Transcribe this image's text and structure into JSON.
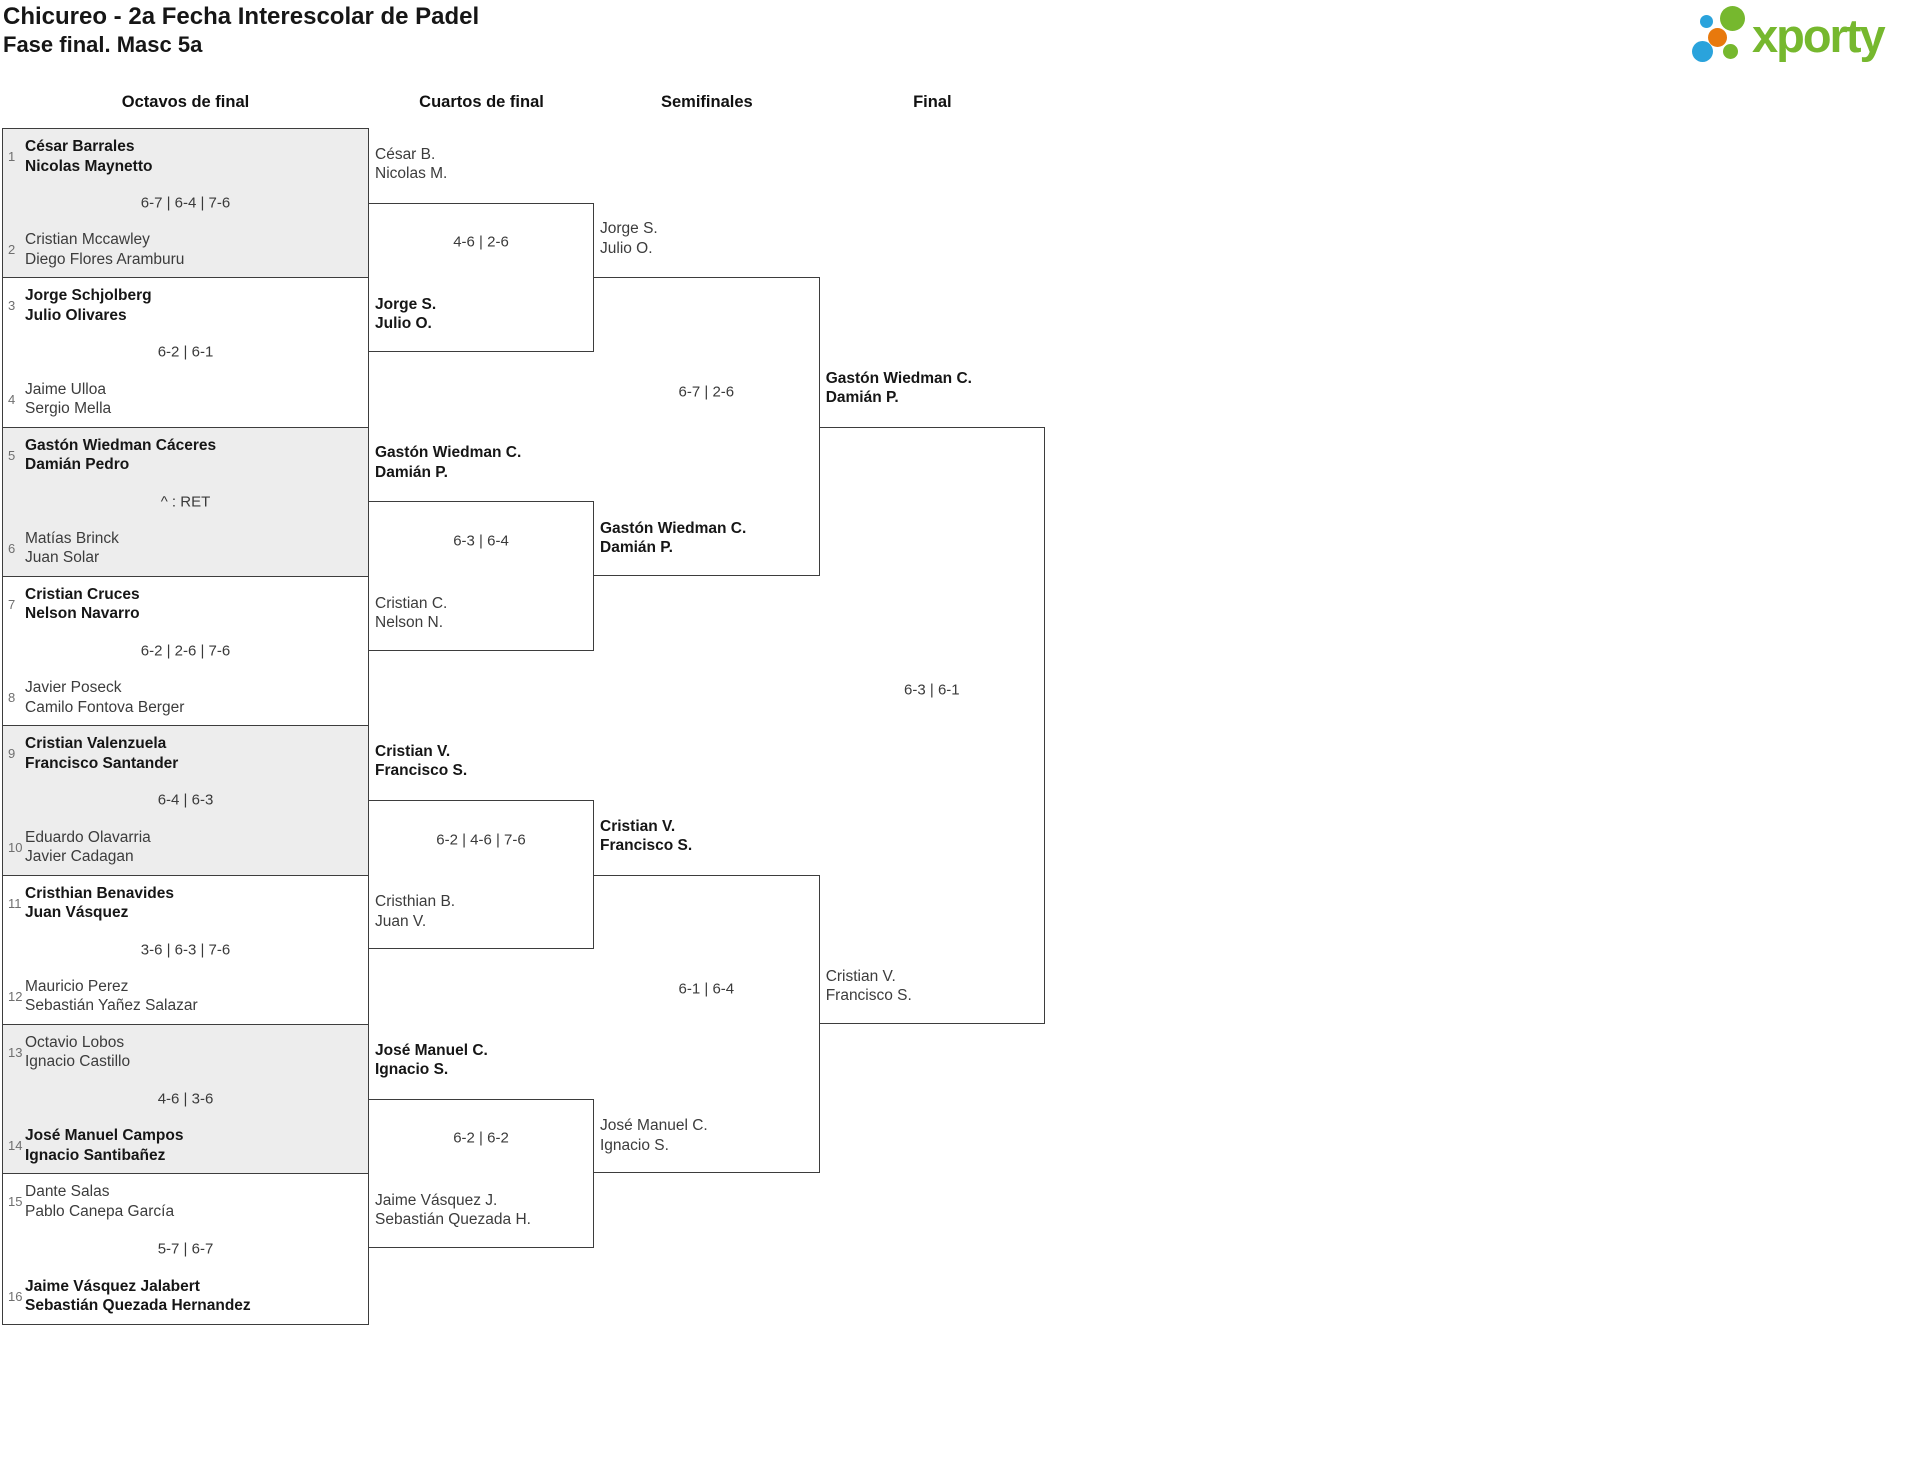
{
  "page": {
    "title": "Chicureo - 2a Fecha Interescolar de Padel",
    "subtitle": "Fase final. Masc 5a"
  },
  "logo": {
    "text": "xporty"
  },
  "colors": {
    "logo_green": "#76b82e",
    "logo_blue": "#2aa3dc",
    "logo_orange": "#e8790d",
    "line": "#3d3d3d",
    "alt_row_bg": "#ededed",
    "winner_text": "#161616",
    "loser_text": "#3c3c3c",
    "seed_text": "#6f6f6f",
    "score_text": "#3a3a3a"
  },
  "bracket": {
    "rounds": [
      {
        "label": "Octavos de final",
        "matches": [
          {
            "score": "6-7 | 6-4 | 7-6",
            "teams": [
              {
                "seed": "1",
                "players": [
                  "César Barrales",
                  "Nicolas Maynetto"
                ],
                "winner": true
              },
              {
                "seed": "2",
                "players": [
                  "Cristian Mccawley",
                  "Diego Flores Aramburu"
                ],
                "winner": false
              }
            ]
          },
          {
            "score": "6-2 | 6-1",
            "teams": [
              {
                "seed": "3",
                "players": [
                  "Jorge Schjolberg",
                  "Julio Olivares"
                ],
                "winner": true
              },
              {
                "seed": "4",
                "players": [
                  "Jaime Ulloa",
                  "Sergio Mella"
                ],
                "winner": false
              }
            ]
          },
          {
            "score": "^ : RET",
            "teams": [
              {
                "seed": "5",
                "players": [
                  "Gastón Wiedman Cáceres",
                  "Damián Pedro"
                ],
                "winner": true
              },
              {
                "seed": "6",
                "players": [
                  "Matías Brinck",
                  "Juan Solar"
                ],
                "winner": false
              }
            ]
          },
          {
            "score": "6-2 | 2-6 | 7-6",
            "teams": [
              {
                "seed": "7",
                "players": [
                  "Cristian Cruces",
                  "Nelson Navarro"
                ],
                "winner": true
              },
              {
                "seed": "8",
                "players": [
                  "Javier Poseck",
                  "Camilo Fontova Berger"
                ],
                "winner": false
              }
            ]
          },
          {
            "score": "6-4 | 6-3",
            "teams": [
              {
                "seed": "9",
                "players": [
                  "Cristian Valenzuela",
                  "Francisco Santander"
                ],
                "winner": true
              },
              {
                "seed": "10",
                "players": [
                  "Eduardo Olavarria",
                  "Javier Cadagan"
                ],
                "winner": false
              }
            ]
          },
          {
            "score": "3-6 | 6-3 | 7-6",
            "teams": [
              {
                "seed": "11",
                "players": [
                  "Cristhian Benavides",
                  "Juan Vásquez"
                ],
                "winner": true
              },
              {
                "seed": "12",
                "players": [
                  "Mauricio Perez",
                  "Sebastián Yañez Salazar"
                ],
                "winner": false
              }
            ]
          },
          {
            "score": "4-6 | 3-6",
            "teams": [
              {
                "seed": "13",
                "players": [
                  "Octavio Lobos",
                  "Ignacio Castillo"
                ],
                "winner": false
              },
              {
                "seed": "14",
                "players": [
                  "José Manuel Campos",
                  "Ignacio Santibañez"
                ],
                "winner": true
              }
            ]
          },
          {
            "score": "5-7 | 6-7",
            "teams": [
              {
                "seed": "15",
                "players": [
                  "Dante Salas",
                  "Pablo Canepa García"
                ],
                "winner": false
              },
              {
                "seed": "16",
                "players": [
                  "Jaime Vásquez Jalabert",
                  "Sebastián Quezada Hernandez"
                ],
                "winner": true
              }
            ]
          }
        ]
      },
      {
        "label": "Cuartos de final",
        "matches": [
          {
            "score": "4-6 | 2-6",
            "teams": [
              {
                "players": [
                  "César B.",
                  "Nicolas M."
                ],
                "winner": false
              },
              {
                "players": [
                  "Jorge S.",
                  "Julio O."
                ],
                "winner": true
              }
            ]
          },
          {
            "score": "6-3 | 6-4",
            "teams": [
              {
                "players": [
                  "Gastón Wiedman C.",
                  "Damián P."
                ],
                "winner": true
              },
              {
                "players": [
                  "Cristian C.",
                  "Nelson N."
                ],
                "winner": false
              }
            ]
          },
          {
            "score": "6-2 | 4-6 | 7-6",
            "teams": [
              {
                "players": [
                  "Cristian V.",
                  "Francisco S."
                ],
                "winner": true
              },
              {
                "players": [
                  "Cristhian B.",
                  "Juan V."
                ],
                "winner": false
              }
            ]
          },
          {
            "score": "6-2 | 6-2",
            "teams": [
              {
                "players": [
                  "José Manuel C.",
                  "Ignacio S."
                ],
                "winner": true
              },
              {
                "players": [
                  "Jaime Vásquez J.",
                  "Sebastián Quezada H."
                ],
                "winner": false
              }
            ]
          }
        ]
      },
      {
        "label": "Semifinales",
        "matches": [
          {
            "score": "6-7 | 2-6",
            "teams": [
              {
                "players": [
                  "Jorge S.",
                  "Julio O."
                ],
                "winner": false
              },
              {
                "players": [
                  "Gastón Wiedman C.",
                  "Damián P."
                ],
                "winner": true
              }
            ]
          },
          {
            "score": "6-1 | 6-4",
            "teams": [
              {
                "players": [
                  "Cristian V.",
                  "Francisco S."
                ],
                "winner": true
              },
              {
                "players": [
                  "José Manuel C.",
                  "Ignacio S."
                ],
                "winner": false
              }
            ]
          }
        ]
      },
      {
        "label": "Final",
        "matches": [
          {
            "score": "6-3 | 6-1",
            "teams": [
              {
                "players": [
                  "Gastón Wiedman C.",
                  "Damián P."
                ],
                "winner": true
              },
              {
                "players": [
                  "Cristian V.",
                  "Francisco S."
                ],
                "winner": false
              }
            ]
          }
        ]
      }
    ]
  }
}
